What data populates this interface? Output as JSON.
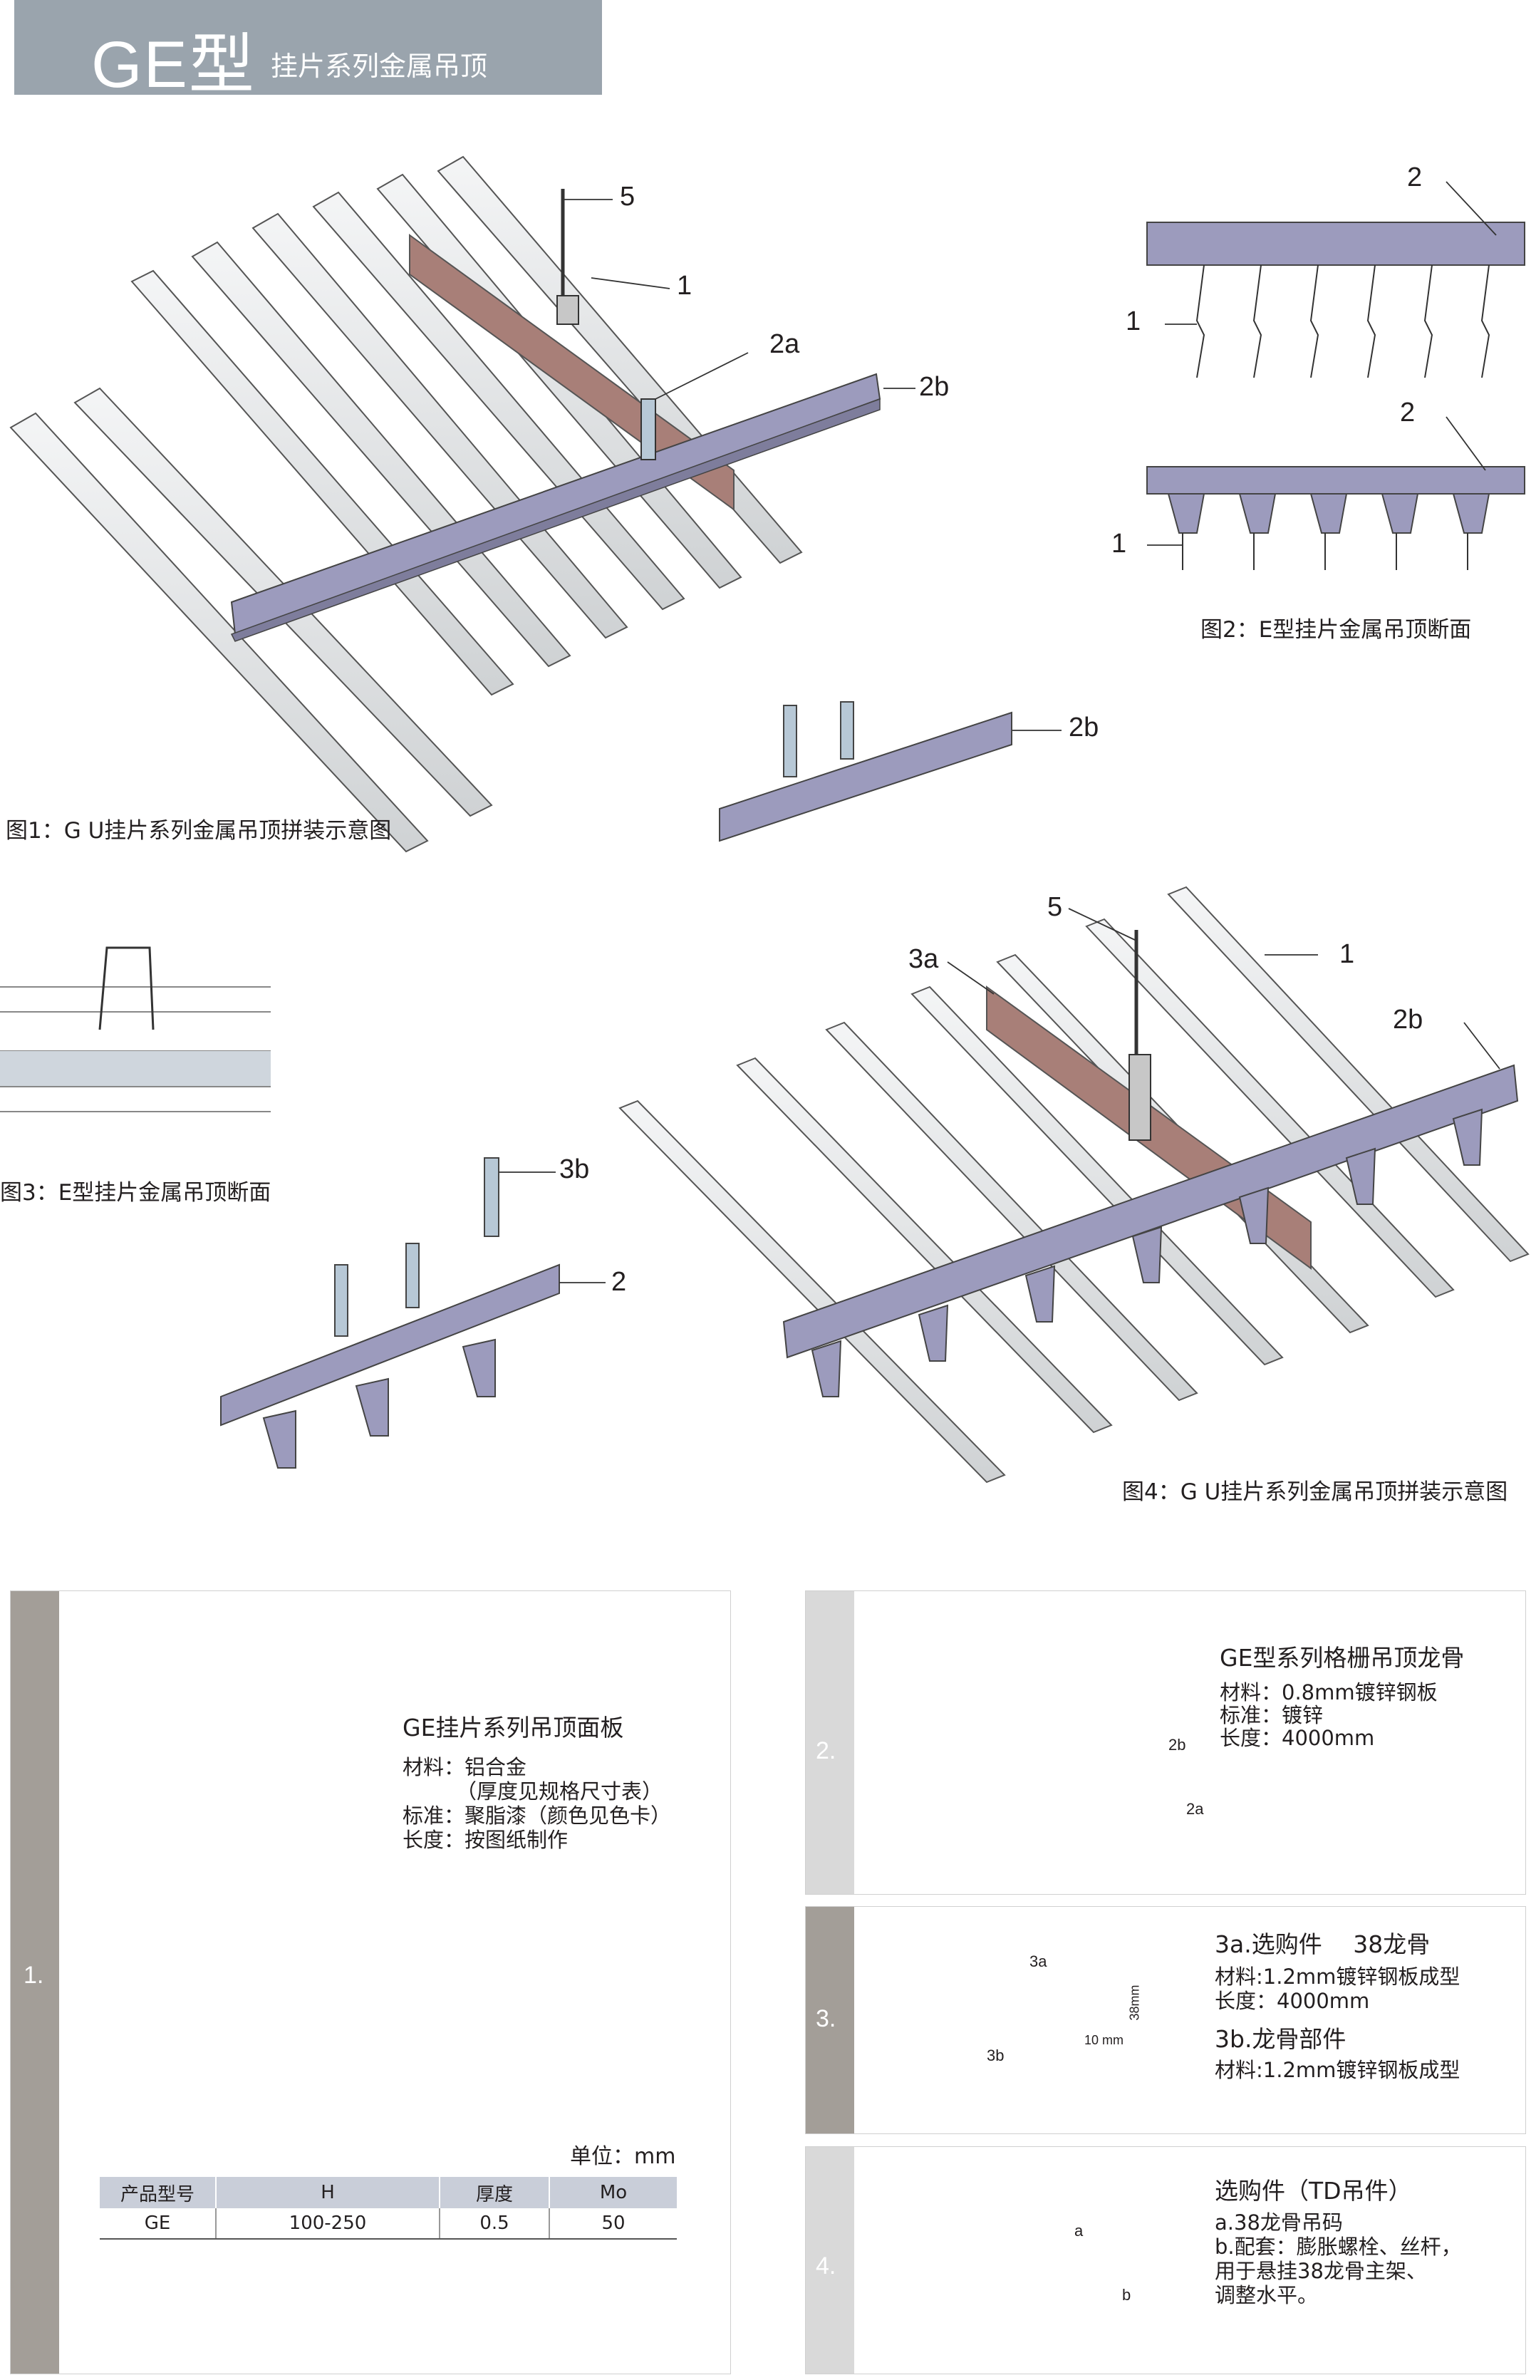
{
  "header": {
    "title": "GE型",
    "subtitle": "挂片系列金属吊顶"
  },
  "figures": {
    "fig1": {
      "caption": "图1：G U挂片系列金属吊顶拼装示意图",
      "labels": [
        "5",
        "1",
        "2a",
        "2b",
        "2b"
      ]
    },
    "fig2": {
      "caption": "图2：E型挂片金属吊顶断面",
      "labels": [
        "2",
        "1",
        "2",
        "1"
      ]
    },
    "fig3": {
      "caption": "图3：E型挂片金属吊顶断面",
      "labels": [
        "3b",
        "2"
      ]
    },
    "fig4": {
      "caption": "图4：G U挂片系列金属吊顶拼装示意图",
      "labels": [
        "5",
        "3a",
        "1",
        "2b"
      ]
    }
  },
  "panels": {
    "p1": {
      "number": "1.",
      "title": "GE挂片系列吊顶面板",
      "lines": [
        "材料：铝合金",
        "（厚度见规格尺寸表）",
        "标准：聚脂漆（颜色见色卡）",
        "长度：按图纸制作"
      ],
      "unit": "单位：mm",
      "table": {
        "headers": [
          "产品型号",
          "H",
          "厚度",
          "Mo"
        ],
        "rows": [
          [
            "GE",
            "100-250",
            "0.5",
            "50"
          ]
        ]
      }
    },
    "p2": {
      "number": "2.",
      "title": "GE型系列格栅吊顶龙骨",
      "lines": [
        "材料：0.8mm镀锌钢板",
        "标准：镀锌",
        "长度：4000mm"
      ],
      "labels": [
        "2b",
        "2a"
      ]
    },
    "p3": {
      "number": "3.",
      "title_a": "3a.选购件　 38龙骨",
      "lines_a": [
        "材料:1.2mm镀锌钢板成型",
        "长度：4000mm"
      ],
      "title_b": "3b.龙骨部件",
      "lines_b": [
        "材料:1.2mm镀锌钢板成型"
      ],
      "labels": [
        "3a",
        "3b",
        "38mm",
        "10 mm"
      ]
    },
    "p4": {
      "number": "4.",
      "title": "选购件（TD吊件）",
      "lines": [
        "a.38龙骨吊码",
        "b.配套：膨胀螺栓、丝杆，",
        "用于悬挂38龙骨主架、",
        "调整水平。"
      ],
      "labels": [
        "a",
        "b"
      ]
    }
  },
  "colors": {
    "header_bg": "#9aa4ad",
    "panel_bar_dark": "#a39e98",
    "panel_bar_light": "#d9d9d9",
    "keel_purple": "#9c9bbd",
    "keel_brown": "#a87f78",
    "panel_gray": "#e8e9ea"
  }
}
